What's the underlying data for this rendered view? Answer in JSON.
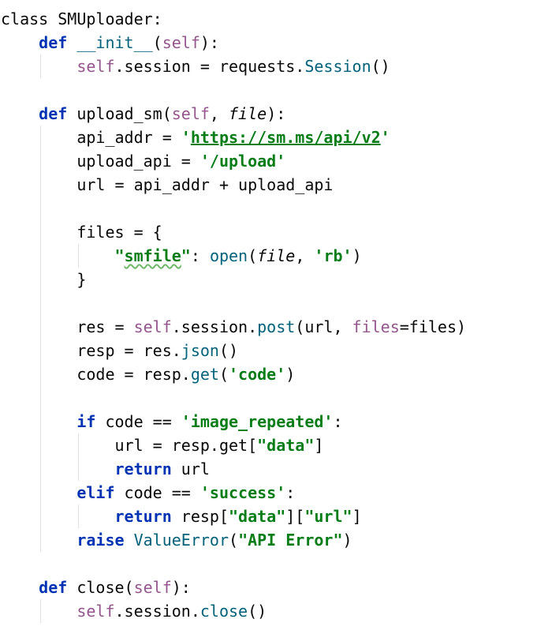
{
  "theme": {
    "background": "#ffffff",
    "text": "#080808",
    "keyword": "#0033b3",
    "self": "#94558d",
    "function_call": "#00627a",
    "string": "#067d17",
    "indent_guide": "#e2e2e2"
  },
  "code": {
    "lines": [
      [
        [
          "plain",
          "class SMUploader:"
        ]
      ],
      [
        [
          "plain",
          "    "
        ],
        [
          "kw",
          "def"
        ],
        [
          "plain",
          " "
        ],
        [
          "fn",
          "__init__"
        ],
        [
          "plain",
          "("
        ],
        [
          "self",
          "self"
        ],
        [
          "plain",
          "):"
        ]
      ],
      [
        [
          "plain",
          "        "
        ],
        [
          "self",
          "self"
        ],
        [
          "plain",
          ".session = requests."
        ],
        [
          "fn",
          "Session"
        ],
        [
          "plain",
          "()"
        ]
      ],
      [],
      [
        [
          "plain",
          "    "
        ],
        [
          "kw",
          "def"
        ],
        [
          "plain",
          " upload_sm("
        ],
        [
          "self",
          "self"
        ],
        [
          "plain",
          ", "
        ],
        [
          "italic",
          "file"
        ],
        [
          "plain",
          "):"
        ]
      ],
      [
        [
          "plain",
          "        api_addr = "
        ],
        [
          "str",
          "'"
        ],
        [
          "strlink",
          "https://sm.ms/api/v2"
        ],
        [
          "str",
          "'"
        ]
      ],
      [
        [
          "plain",
          "        upload_api = "
        ],
        [
          "str",
          "'/upload'"
        ]
      ],
      [
        [
          "plain",
          "        url = api_addr + upload_api"
        ]
      ],
      [],
      [
        [
          "plain",
          "        files = {"
        ]
      ],
      [
        [
          "plain",
          "            "
        ],
        [
          "str",
          "\""
        ],
        [
          "strsq",
          "smfile"
        ],
        [
          "str",
          "\""
        ],
        [
          "plain",
          ": "
        ],
        [
          "fn",
          "open"
        ],
        [
          "plain",
          "("
        ],
        [
          "italic",
          "file"
        ],
        [
          "plain",
          ", "
        ],
        [
          "str",
          "'rb'"
        ],
        [
          "plain",
          ")"
        ]
      ],
      [
        [
          "plain",
          "        }"
        ]
      ],
      [],
      [
        [
          "plain",
          "        res = "
        ],
        [
          "self",
          "self"
        ],
        [
          "plain",
          ".session."
        ],
        [
          "fn",
          "post"
        ],
        [
          "plain",
          "(url, "
        ],
        [
          "self",
          "files"
        ],
        [
          "plain",
          "=files)"
        ]
      ],
      [
        [
          "plain",
          "        resp = res."
        ],
        [
          "fn",
          "json"
        ],
        [
          "plain",
          "()"
        ]
      ],
      [
        [
          "plain",
          "        code = resp."
        ],
        [
          "fn",
          "get"
        ],
        [
          "plain",
          "("
        ],
        [
          "str",
          "'code'"
        ],
        [
          "plain",
          ")"
        ]
      ],
      [],
      [
        [
          "plain",
          "        "
        ],
        [
          "kw",
          "if"
        ],
        [
          "plain",
          " code == "
        ],
        [
          "str",
          "'image_repeated'"
        ],
        [
          "plain",
          ":"
        ]
      ],
      [
        [
          "plain",
          "            url = resp.get["
        ],
        [
          "str",
          "\"data\""
        ],
        [
          "plain",
          "]"
        ]
      ],
      [
        [
          "plain",
          "            "
        ],
        [
          "kw",
          "return"
        ],
        [
          "plain",
          " url"
        ]
      ],
      [
        [
          "plain",
          "        "
        ],
        [
          "kw",
          "elif"
        ],
        [
          "plain",
          " code == "
        ],
        [
          "str",
          "'success'"
        ],
        [
          "plain",
          ":"
        ]
      ],
      [
        [
          "plain",
          "            "
        ],
        [
          "kw",
          "return"
        ],
        [
          "plain",
          " resp["
        ],
        [
          "str",
          "\"data\""
        ],
        [
          "plain",
          "]["
        ],
        [
          "str",
          "\"url\""
        ],
        [
          "plain",
          "]"
        ]
      ],
      [
        [
          "plain",
          "        "
        ],
        [
          "kw",
          "raise"
        ],
        [
          "plain",
          " "
        ],
        [
          "fn",
          "ValueError"
        ],
        [
          "plain",
          "("
        ],
        [
          "str",
          "\"API Error\""
        ],
        [
          "plain",
          ")"
        ]
      ],
      [],
      [
        [
          "plain",
          "    "
        ],
        [
          "kw",
          "def"
        ],
        [
          "plain",
          " close("
        ],
        [
          "self",
          "self"
        ],
        [
          "plain",
          "):"
        ]
      ],
      [
        [
          "plain",
          "        "
        ],
        [
          "self",
          "self"
        ],
        [
          "plain",
          ".session."
        ],
        [
          "fn",
          "close"
        ],
        [
          "plain",
          "()"
        ]
      ]
    ]
  }
}
